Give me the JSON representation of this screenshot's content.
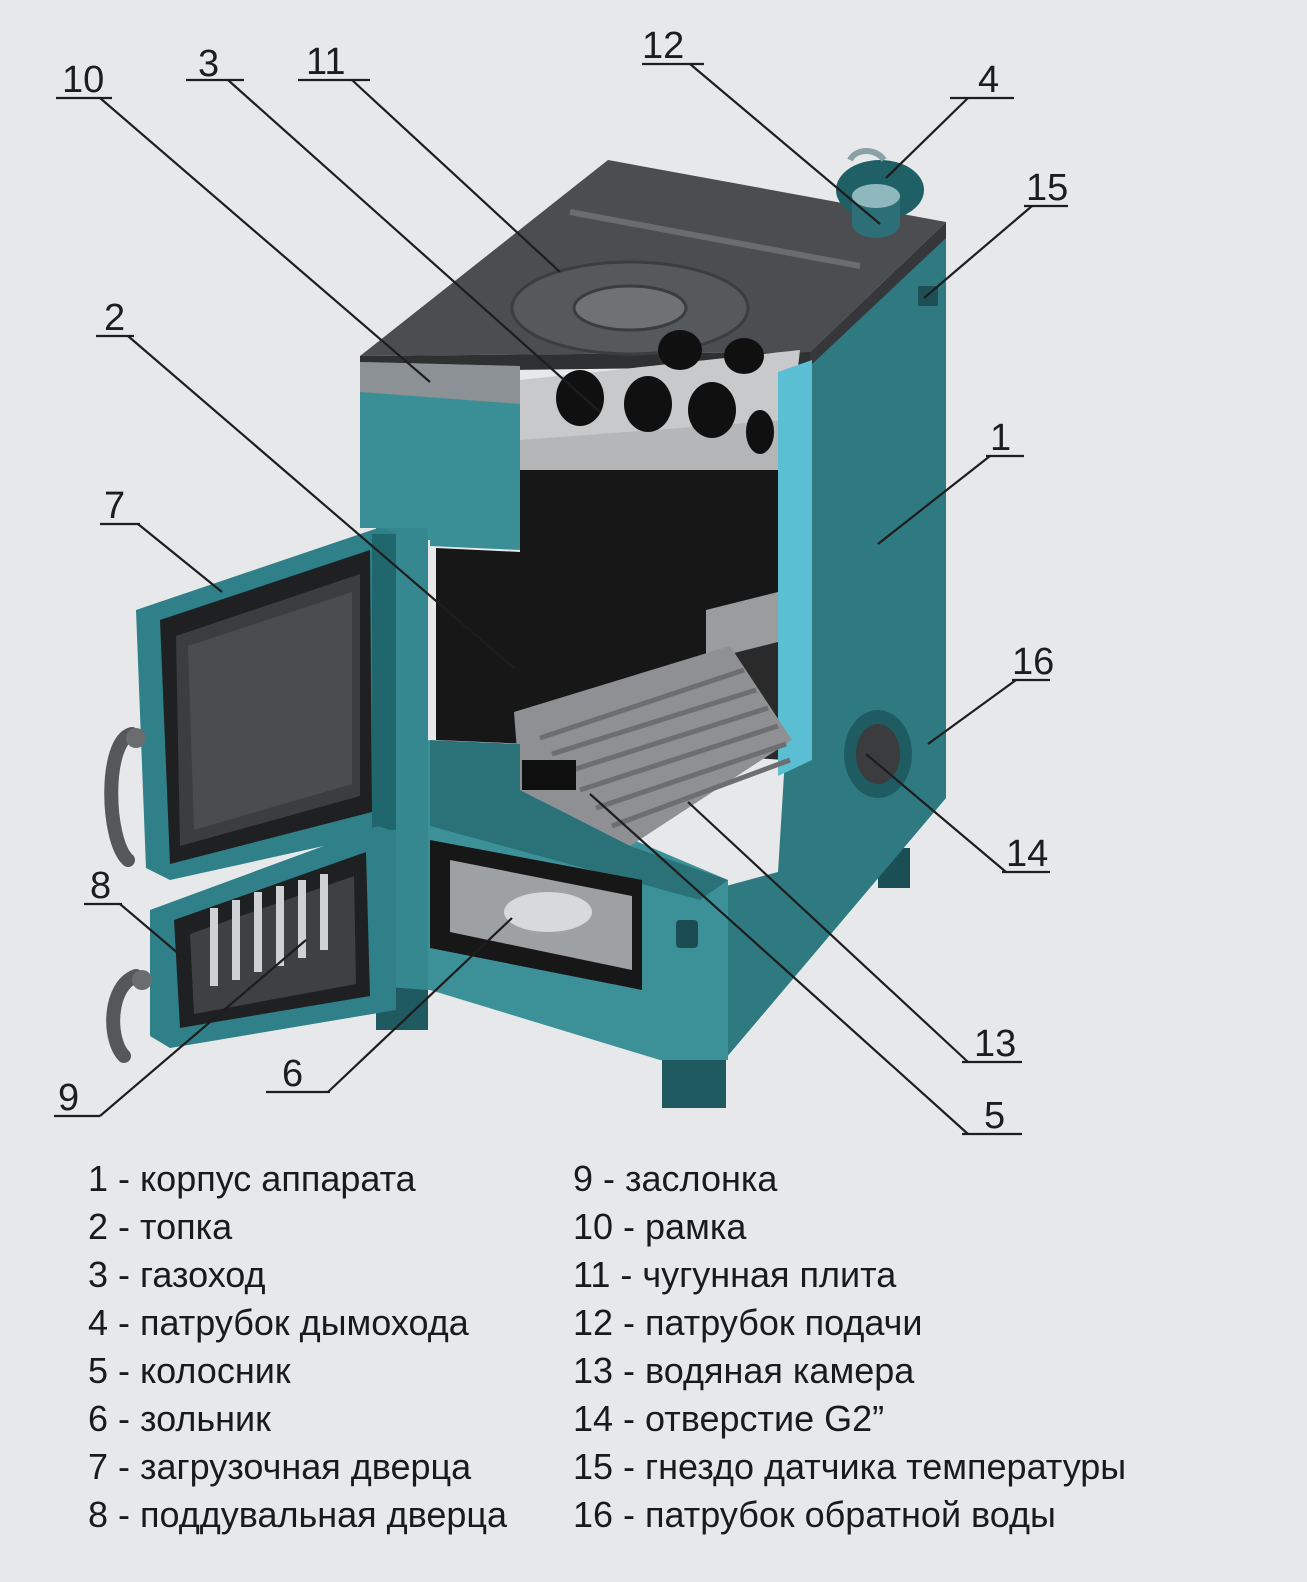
{
  "callouts": [
    {
      "id": "1",
      "label": "1"
    },
    {
      "id": "2",
      "label": "2"
    },
    {
      "id": "3",
      "label": "3"
    },
    {
      "id": "4",
      "label": "4"
    },
    {
      "id": "5",
      "label": "5"
    },
    {
      "id": "6",
      "label": "6"
    },
    {
      "id": "7",
      "label": "7"
    },
    {
      "id": "8",
      "label": "8"
    },
    {
      "id": "9",
      "label": "9"
    },
    {
      "id": "10",
      "label": "10"
    },
    {
      "id": "11",
      "label": "11"
    },
    {
      "id": "12",
      "label": "12"
    },
    {
      "id": "13",
      "label": "13"
    },
    {
      "id": "14",
      "label": "14"
    },
    {
      "id": "15",
      "label": "15"
    },
    {
      "id": "16",
      "label": "16"
    }
  ],
  "legend": {
    "left": [
      "1 - корпус аппарата",
      "2 - топка",
      "3 - газоход",
      "4 - патрубок дымохода",
      "5 - колосник",
      "6 - зольник",
      "7 - загрузочная дверца",
      "8 - поддувальная дверца"
    ],
    "right": [
      "9 - заслонка",
      "10 - рамка",
      "11 - чугунная плита",
      "12 - патрубок подачи",
      "13 - водяная камера",
      "14 - отверстие G2”",
      "15 - гнездо датчика температуры",
      "16 - патрубок обратной воды"
    ]
  },
  "colors": {
    "body": "#2f7f86",
    "body_dark": "#1e5d63",
    "body_light": "#4aa3aa",
    "top_plate": "#4a4c4e",
    "interior": "#141414",
    "insulation": "#5fc3d6",
    "background": "#e6e8ea"
  }
}
